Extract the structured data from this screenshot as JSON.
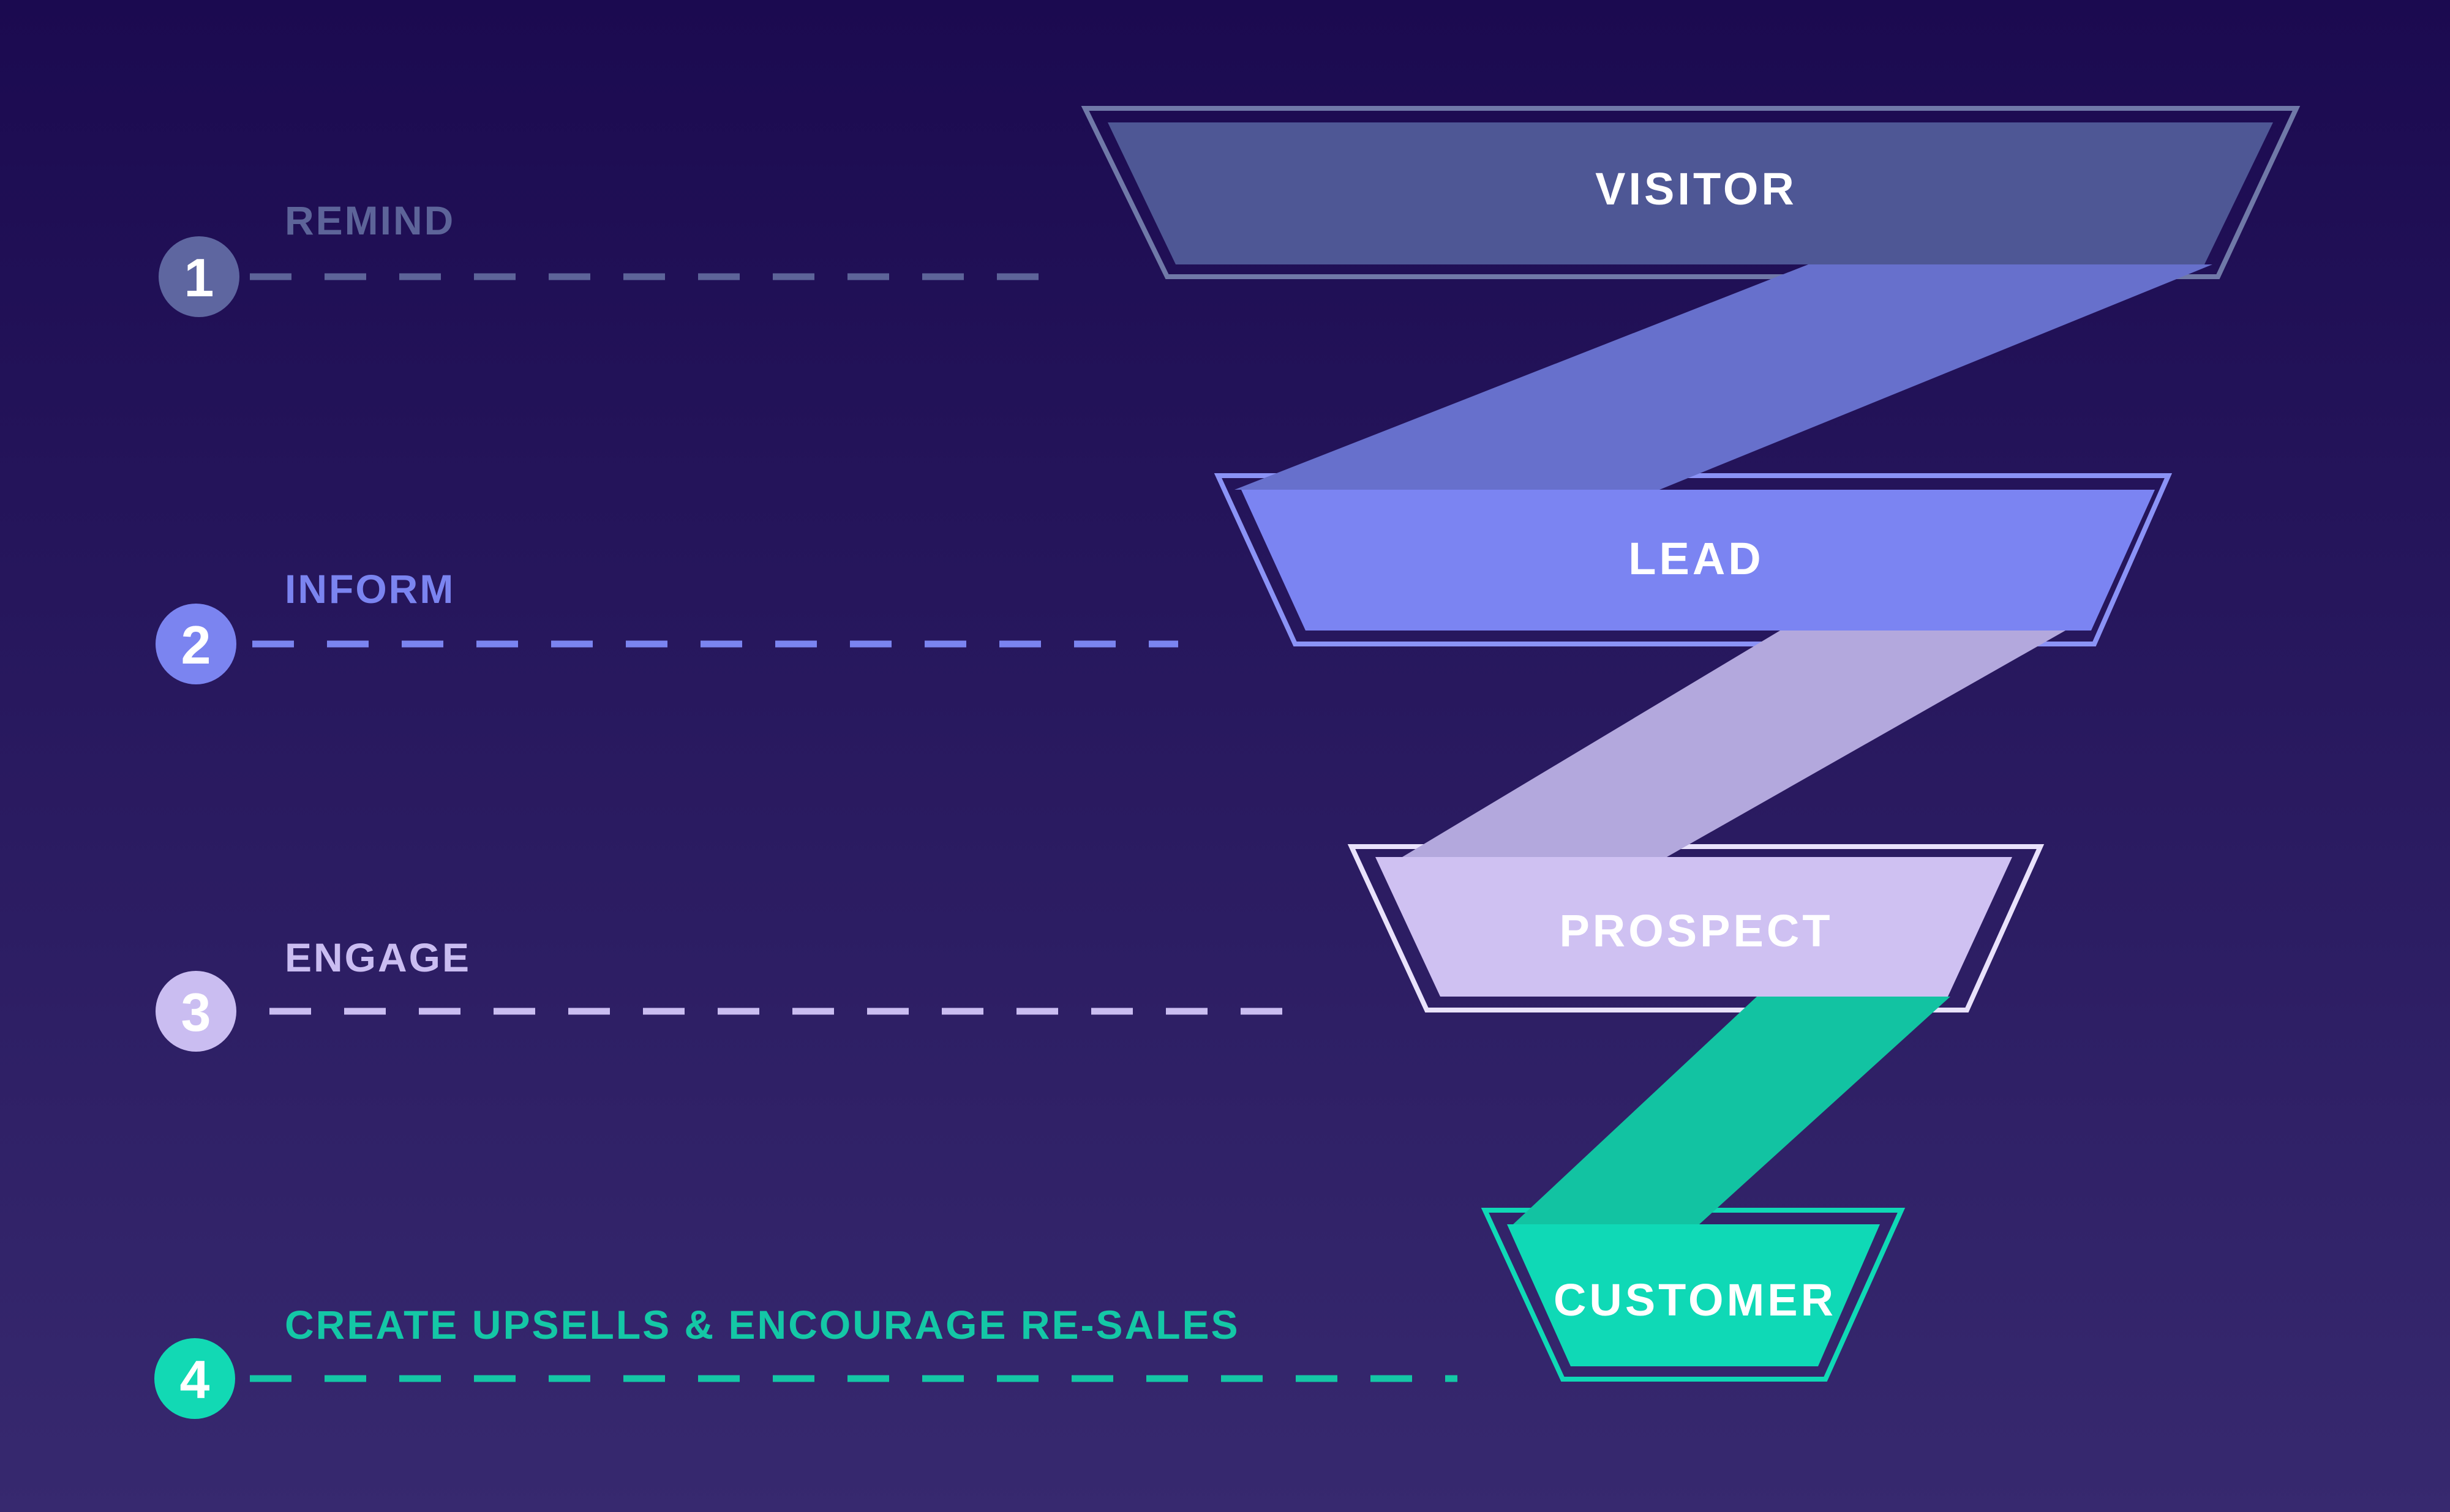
{
  "colors": {
    "background_top": "#1b0a50",
    "background_bottom": "#37296f",
    "stage_label_color": "#ffffff",
    "step_number_color": "#ffffff"
  },
  "steps": [
    {
      "number": "1",
      "label": "REMIND",
      "color": "#5d6499",
      "badge_color": "#5e66a0"
    },
    {
      "number": "2",
      "label": "INFORM",
      "color": "#7b84f0",
      "badge_color": "#7b84f0"
    },
    {
      "number": "3",
      "label": "ENGAGE",
      "color": "#cabdf1",
      "badge_color": "#cabdf1"
    },
    {
      "number": "4",
      "label": "CREATE UPSELLS & ENCOURAGE RE-SALES",
      "color": "#14c7a6",
      "badge_color": "#12d9b4"
    }
  ],
  "funnel": {
    "stages": [
      {
        "label": "VISITOR",
        "fill": "#4e5795",
        "outline": "#7079a8"
      },
      {
        "label": "LEAD",
        "fill": "#7b84f2",
        "outline": "#8b93f6"
      },
      {
        "label": "PROSPECT",
        "fill": "#cfc1f2",
        "outline": "#e9e2fb"
      },
      {
        "label": "CUSTOMER",
        "fill": "#0fd9b6",
        "outline": "#0fd9b6"
      }
    ],
    "connectors": [
      {
        "color": "#6770cc"
      },
      {
        "color": "#b3a8dd"
      },
      {
        "color": "#12c3a2"
      }
    ]
  }
}
